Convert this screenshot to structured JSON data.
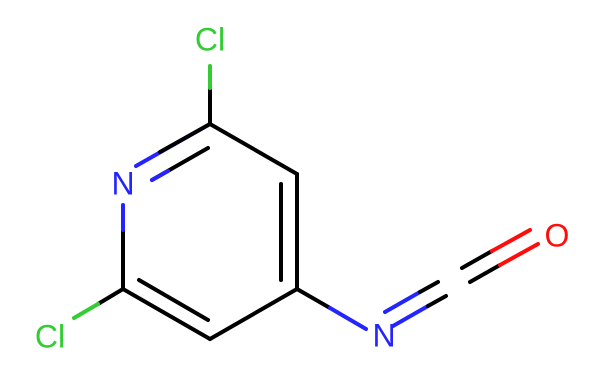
{
  "molecule": {
    "atoms": {
      "cl_top": {
        "label": "Cl",
        "element": "Cl"
      },
      "n_ring": {
        "label": "N",
        "element": "N"
      },
      "cl_bottom": {
        "label": "Cl",
        "element": "Cl"
      },
      "n_isocyanate": {
        "label": "N",
        "element": "N"
      },
      "o": {
        "label": "O",
        "element": "O"
      }
    },
    "colors": {
      "bond": "#000000",
      "chlorine": "#33cc33",
      "nitrogen": "#2424ff",
      "oxygen": "#ff0d0d",
      "background": "#ffffff"
    }
  }
}
